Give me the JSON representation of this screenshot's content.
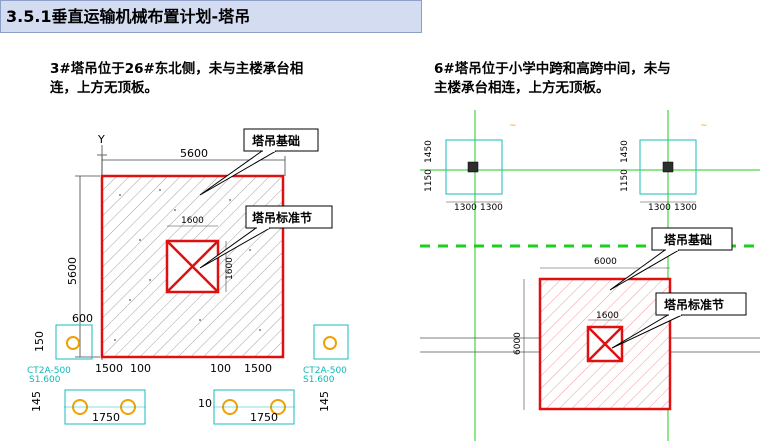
{
  "header": {
    "title": "3.5.1垂直运输机械布置计划-塔吊"
  },
  "left": {
    "description": "3#塔吊位于26#东北侧，未与主楼承台相连，上方无顶板。",
    "desc_line1": "3#塔吊位于26#东北侧，未与主楼承台相",
    "desc_line2": "连，上方无顶板。",
    "callout_foundation": "塔吊基础",
    "callout_section": "塔吊标准节",
    "axis_label": "Y",
    "dim_width": "5600",
    "dim_height": "5600",
    "dim_section_w": "1600",
    "dim_section_h": "1600",
    "dim_600": "600",
    "dim_150": "150",
    "dim_1500_left": "1500",
    "dim_100_left": "100",
    "dim_100_right": "100",
    "dim_1500_right": "1500",
    "dim_145_left": "145",
    "dim_145_right": "145",
    "dim_1750_left": "1750",
    "dim_1750_right": "1750",
    "pile_tag_left": "CT2A-500",
    "pile_tag_left_sub": "S1.600",
    "pile_tag_right": "CT2A-500",
    "pile_tag_right_sub": "S1.600"
  },
  "right": {
    "description": "6#塔吊位于小学中跨和高跨中间，未与主楼承台相连，上方无顶板。",
    "desc_line1": "6#塔吊位于小学中跨和高跨中间，未与",
    "desc_line2": "主楼承台相连，上方无顶板。",
    "callout_foundation": "塔吊基础",
    "callout_section": "塔吊标准节",
    "dim_width": "6000",
    "dim_height": "6000",
    "dim_section": "1600",
    "dim_1450_left": "1450",
    "dim_1150_left": "1150",
    "dim_1300_l1": "1300",
    "dim_1300_l2": "1300",
    "dim_1450_right": "1450",
    "dim_1150_right": "1150",
    "dim_1300_r1": "1300",
    "dim_1300_r2": "1300"
  },
  "colors": {
    "red": "#e01010",
    "green": "#1ccf1c",
    "cyan": "#19bcbc",
    "orange": "#f0a000",
    "title_bg": "#d3dcf0"
  }
}
